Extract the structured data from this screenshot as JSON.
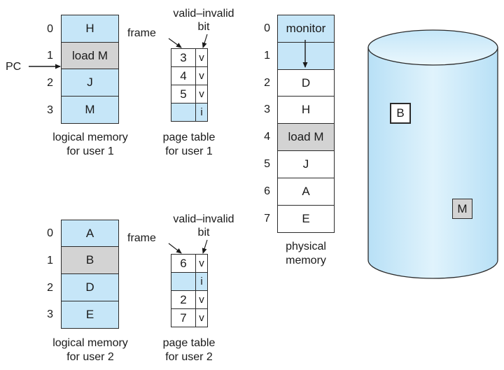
{
  "logical_memory_user1": {
    "caption": [
      "logical memory",
      "for user 1"
    ],
    "rows": [
      {
        "index": "0",
        "content": "H",
        "state": "blue"
      },
      {
        "index": "1",
        "content": "load M",
        "state": "gray"
      },
      {
        "index": "2",
        "content": "J",
        "state": "blue"
      },
      {
        "index": "3",
        "content": "M",
        "state": "blue"
      }
    ],
    "pc_label": "PC"
  },
  "page_table_user1": {
    "caption": [
      "page table",
      "for user 1"
    ],
    "frame_label": "frame",
    "valid_label": [
      "valid–invalid",
      "bit"
    ],
    "rows": [
      {
        "frame": "3",
        "bit": "v"
      },
      {
        "frame": "4",
        "bit": "v"
      },
      {
        "frame": "5",
        "bit": "v"
      },
      {
        "frame": "",
        "bit": "i"
      }
    ]
  },
  "logical_memory_user2": {
    "caption": [
      "logical memory",
      "for user 2"
    ],
    "rows": [
      {
        "index": "0",
        "content": "A",
        "state": "blue"
      },
      {
        "index": "1",
        "content": "B",
        "state": "gray"
      },
      {
        "index": "2",
        "content": "D",
        "state": "blue"
      },
      {
        "index": "3",
        "content": "E",
        "state": "blue"
      }
    ]
  },
  "page_table_user2": {
    "caption": [
      "page table",
      "for user 2"
    ],
    "frame_label": "frame",
    "valid_label": [
      "valid–invalid",
      "bit"
    ],
    "rows": [
      {
        "frame": "6",
        "bit": "v"
      },
      {
        "frame": "",
        "bit": "i"
      },
      {
        "frame": "2",
        "bit": "v"
      },
      {
        "frame": "7",
        "bit": "v"
      }
    ]
  },
  "physical_memory": {
    "caption": [
      "physical",
      "memory"
    ],
    "rows": [
      {
        "index": "0",
        "content": "monitor",
        "state": "blue"
      },
      {
        "index": "1",
        "content": "",
        "state": "blue"
      },
      {
        "index": "2",
        "content": "D",
        "state": "white"
      },
      {
        "index": "3",
        "content": "H",
        "state": "white"
      },
      {
        "index": "4",
        "content": "load M",
        "state": "gray"
      },
      {
        "index": "5",
        "content": "J",
        "state": "white"
      },
      {
        "index": "6",
        "content": "A",
        "state": "white"
      },
      {
        "index": "7",
        "content": "E",
        "state": "white"
      }
    ]
  },
  "backing_store": {
    "pages": [
      {
        "label": "B",
        "state": "white"
      },
      {
        "label": "M",
        "state": "gray"
      }
    ]
  },
  "colors": {
    "memory_blue": "#c6e6f8",
    "memory_gray": "#d3d3d3",
    "outline": "#2b2b2b"
  }
}
